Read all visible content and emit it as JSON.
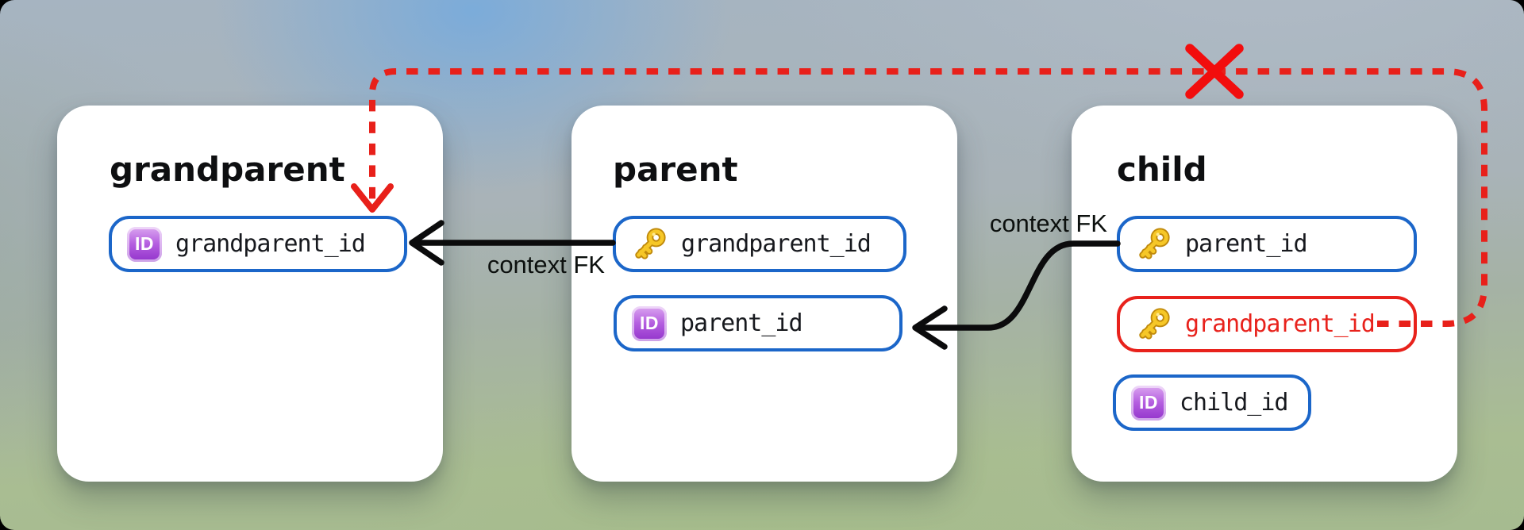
{
  "icons": {
    "id_badge_text": "ID"
  },
  "tables": [
    {
      "name": "grandparent",
      "fields": [
        {
          "label": "grandparent_id",
          "icon": "id-badge",
          "invalid": false
        }
      ]
    },
    {
      "name": "parent",
      "fields": [
        {
          "label": "grandparent_id",
          "icon": "key",
          "invalid": false
        },
        {
          "label": "parent_id",
          "icon": "id-badge",
          "invalid": false
        }
      ]
    },
    {
      "name": "child",
      "fields": [
        {
          "label": "parent_id",
          "icon": "key",
          "invalid": false
        },
        {
          "label": "grandparent_id",
          "icon": "key",
          "invalid": true
        },
        {
          "label": "child_id",
          "icon": "id-badge",
          "invalid": false
        }
      ]
    }
  ],
  "edges": [
    {
      "from": "parent.grandparent_id",
      "to": "grandparent.grandparent_id",
      "label": "context FK",
      "style": "solid-black-arrow"
    },
    {
      "from": "child.parent_id",
      "to": "parent.parent_id",
      "label": "context FK",
      "style": "solid-black-arrow"
    },
    {
      "from": "child.grandparent_id",
      "to": "grandparent.grandparent_id",
      "label": "",
      "style": "red-dashed-arrow",
      "marker": "x-icon"
    }
  ],
  "colors": {
    "field_border_blue": "#1b66c9",
    "invalid_red": "#e8221c",
    "arrow_black": "#0b0b0c",
    "card_background": "#ffffff"
  }
}
